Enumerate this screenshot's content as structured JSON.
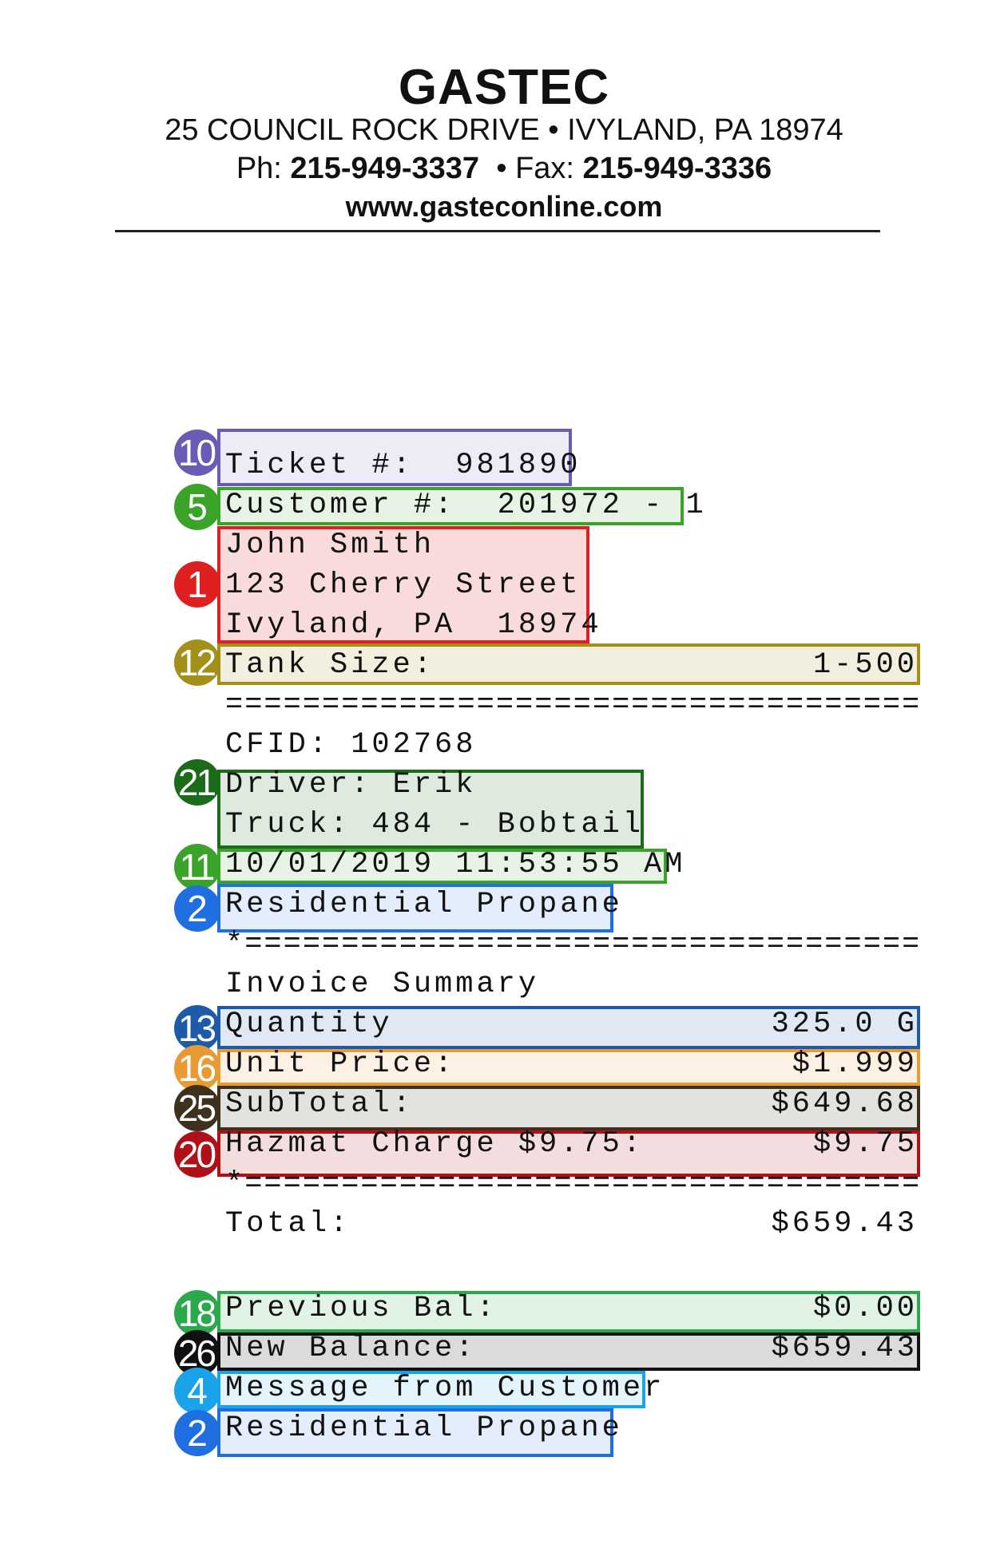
{
  "letterhead": {
    "company": "GASTEC",
    "address": "25 COUNCIL ROCK DRIVE • IVYLAND, PA 18974",
    "phone_label": "Ph:",
    "phone": "215-949-3337",
    "fax_label": "• Fax:",
    "fax": "215-949-3336",
    "website": "www.gasteconline.com"
  },
  "ticket": {
    "ticket_label": "Ticket #:",
    "ticket_value": "981890",
    "customer_label": "Customer #:",
    "customer_value": "201972 - 1",
    "name": "John Smith",
    "street": "123 Cherry Street",
    "city": "Ivyland, PA  18974",
    "tank_label": "Tank Size:",
    "tank_value": "1-500",
    "separator": "======================================",
    "cfid": "CFID: 102768",
    "driver": "Driver: Erik",
    "truck": "Truck: 484 - Bobtail",
    "datetime": "10/01/2019 11:53:55 AM",
    "product": "Residential Propane",
    "separator_star": "*=====================================",
    "summary_title": "Invoice Summary",
    "quantity_label": "Quantity",
    "quantity_value": "325.0 G",
    "unit_price_label": "Unit Price:",
    "unit_price_value": "$1.999",
    "subtotal_label": "SubTotal:",
    "subtotal_value": "$649.68",
    "hazmat_label": "Hazmat Charge $9.75:",
    "hazmat_value": "$9.75",
    "total_label": "Total:",
    "total_value": "$659.43",
    "prev_bal_label": "Previous Bal:",
    "prev_bal_value": "$0.00",
    "new_bal_label": "New Balance:",
    "new_bal_value": "$659.43",
    "message": "Message from Customer",
    "product_repeat": "Residential Propane"
  },
  "badges": [
    "10",
    "5",
    "1",
    "12",
    "21",
    "11",
    "2",
    "13",
    "16",
    "25",
    "20",
    "18",
    "26",
    "4",
    "2"
  ],
  "colors": {
    "purple": "#6b5bb5",
    "green": "#3ba32a",
    "red": "#e02020",
    "olive": "#a38f1a",
    "dark_green": "#1b6b1b",
    "blue": "#1f6fe0",
    "navy": "#1d5aa8",
    "orange": "#e89a35",
    "brown": "#3e321f",
    "dark_red": "#b01018",
    "mid_green": "#2aa84a",
    "black": "#111111",
    "sky": "#1aa3e8"
  }
}
